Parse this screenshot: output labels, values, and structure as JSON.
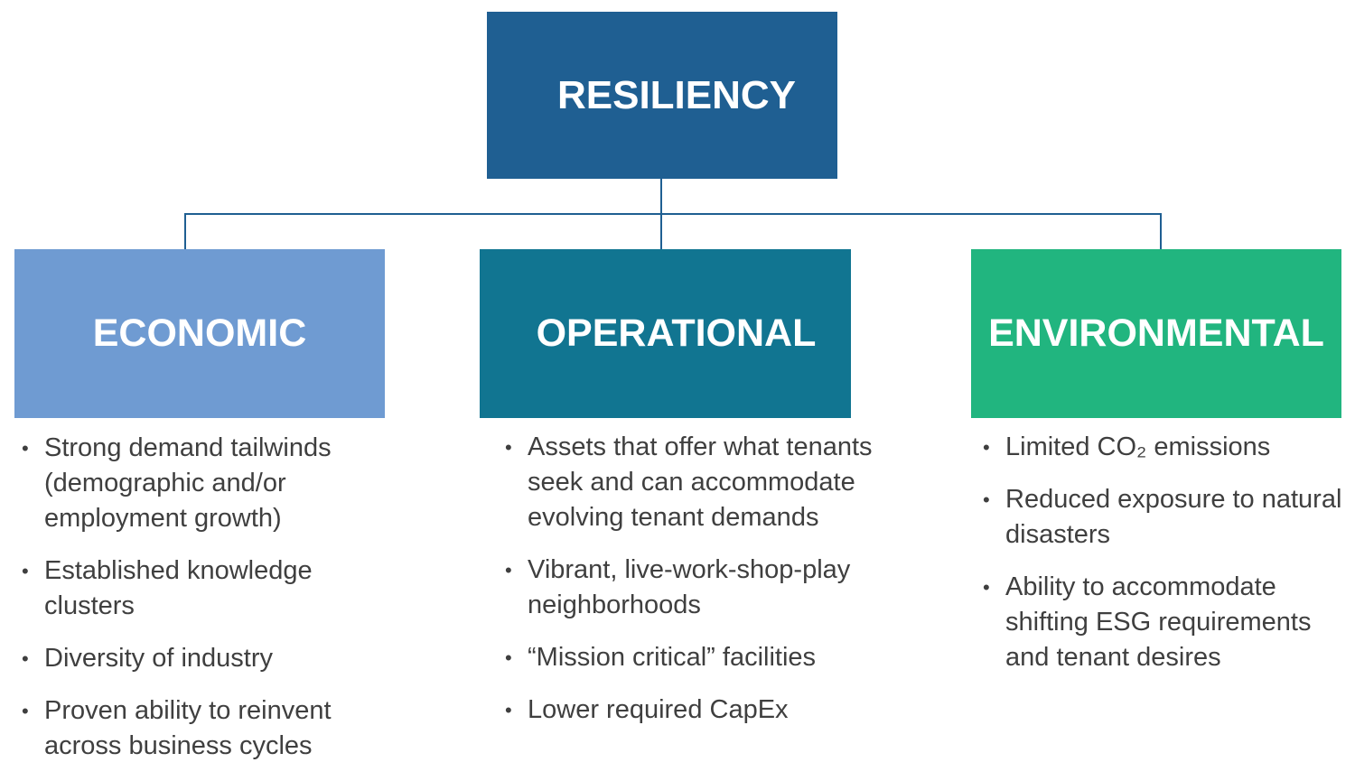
{
  "colors": {
    "root": "#1f5f92",
    "economic": "#6f9bd2",
    "operational": "#117591",
    "environmental": "#21b57f",
    "connector": "#1f5f92",
    "text": "#3f3f3f"
  },
  "root": {
    "label": "RESILIENCY"
  },
  "pillars": [
    {
      "label": "ECONOMIC",
      "bullets": [
        "Strong demand tailwinds (demographic and/or employment growth)",
        "Established knowledge clusters",
        "Diversity of industry",
        "Proven ability to reinvent across business cycles"
      ]
    },
    {
      "label": "OPERATIONAL",
      "bullets": [
        "Assets that offer what tenants seek and can accommodate evolving tenant demands",
        "Vibrant, live-work-shop-play neighborhoods",
        "“Mission critical” facilities",
        "Lower required CapEx"
      ]
    },
    {
      "label": "ENVIRONMENTAL",
      "bullets": [
        "Limited CO₂ emissions",
        "Reduced exposure to natural disasters",
        "Ability to accommodate shifting ESG requirements and tenant desires"
      ]
    }
  ]
}
